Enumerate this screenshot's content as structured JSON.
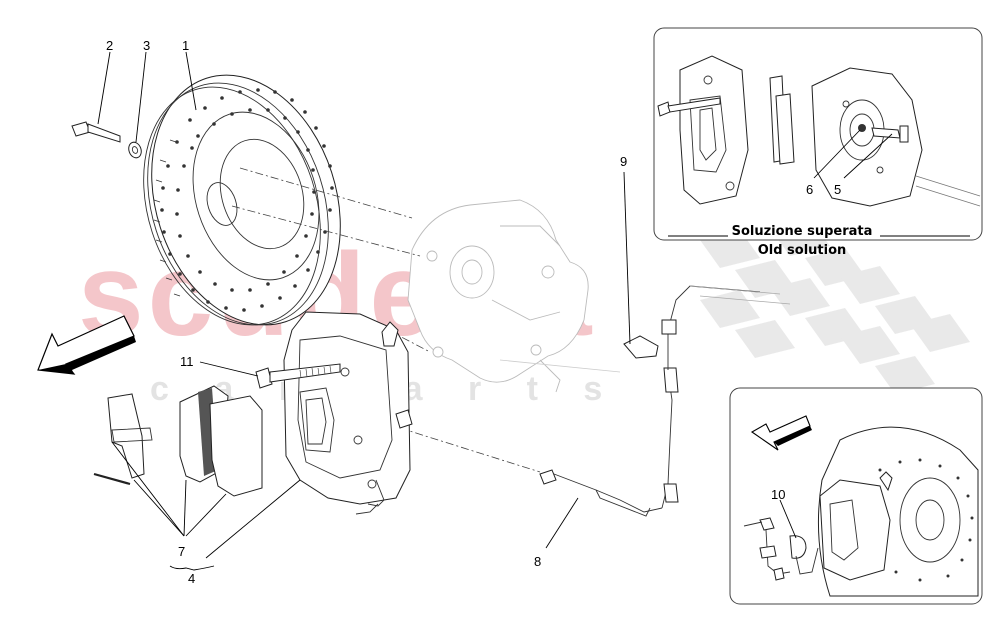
{
  "watermark": {
    "brand": "scuderia",
    "sub": "c a r   p a r t s"
  },
  "inset_old": {
    "caption_line1": "Soluzione superata",
    "caption_line2": "Old solution"
  },
  "callouts": {
    "c1": "1",
    "c2": "2",
    "c3": "3",
    "c4": "4",
    "c5": "5",
    "c6": "6",
    "c7": "7",
    "c8": "8",
    "c9": "9",
    "c10": "10",
    "c11": "11"
  },
  "colors": {
    "watermark_red": "#f3c2c6",
    "checker_grey": "#e6e6e6",
    "line": "#000000"
  }
}
